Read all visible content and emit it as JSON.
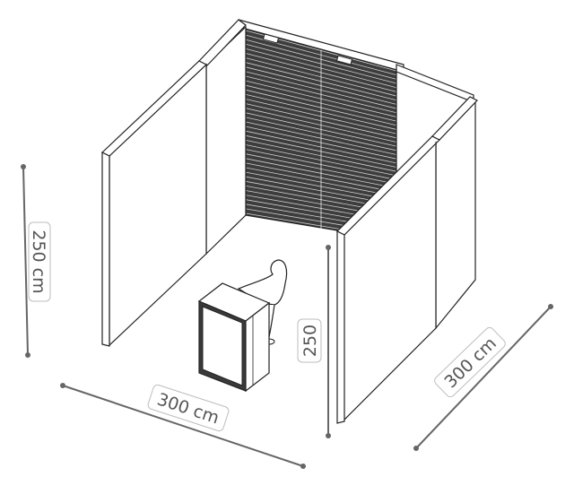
{
  "dimensions": {
    "height_label": "250 cm",
    "width_label": "300 cm",
    "depth_label": "300 cm",
    "corner_height_label": "250"
  },
  "colors": {
    "line": "#2b2b2b",
    "dimension_line": "#666666",
    "label_border": "#bdbdbd",
    "label_text": "#555555",
    "panel_fill": "#ffffff",
    "slatwall_fill": "#3a3a3a"
  }
}
